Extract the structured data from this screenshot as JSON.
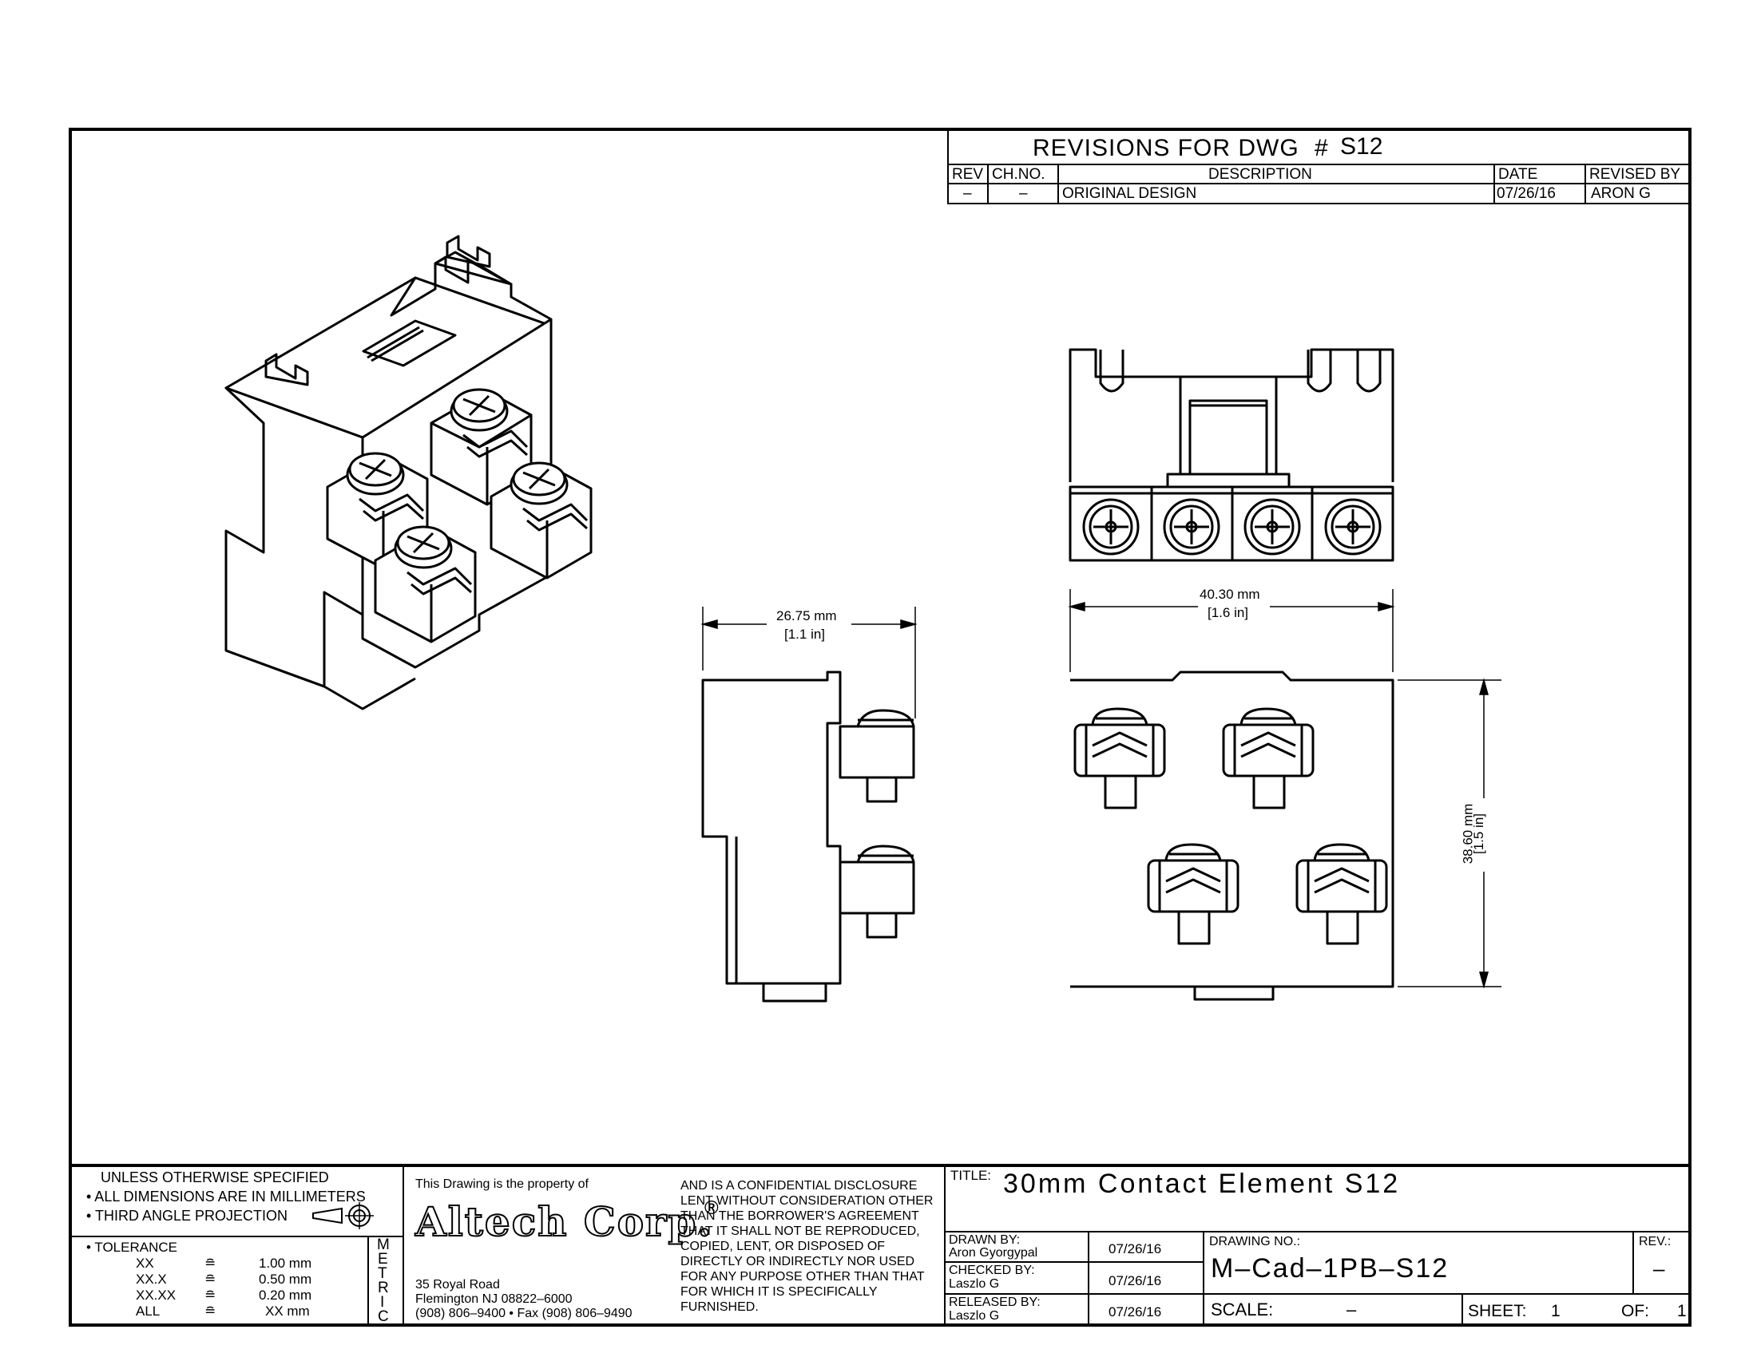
{
  "revisions": {
    "title_prefix": "REVISIONS FOR DWG",
    "hash": "#",
    "dwg_number": "S12",
    "columns": {
      "rev": "REV",
      "chno": "CH.NO.",
      "description": "DESCRIPTION",
      "date": "DATE",
      "revised_by": "REVISED BY"
    },
    "rows": [
      {
        "rev": "–",
        "chno": "–",
        "description": "ORIGINAL DESIGN",
        "date": "07/26/16",
        "revised_by": "ARON G"
      }
    ]
  },
  "dimensions": {
    "width_side": {
      "mm": "26.75 mm",
      "in": "[1.1 in]"
    },
    "width_front": {
      "mm": "40.30 mm",
      "in": "[1.6 in]"
    },
    "height_front": {
      "mm": "38.60 mm",
      "in": "[1.5 in]"
    }
  },
  "notes": {
    "unless": "UNLESS OTHERWISE SPECIFIED",
    "bullet1": "• ALL DIMENSIONS ARE IN MILLIMETERS",
    "bullet2": "• THIRD ANGLE PROJECTION",
    "tolerance_label": "• TOLERANCE",
    "tolerances": [
      {
        "k": "XX",
        "sym": "≘",
        "v": "1.00 mm"
      },
      {
        "k": "XX.X",
        "sym": "≘",
        "v": "0.50 mm"
      },
      {
        "k": "XX.XX",
        "sym": "≘",
        "v": "0.20 mm"
      },
      {
        "k": "ALL",
        "sym": "≘",
        "v": "XX mm"
      }
    ],
    "metric": [
      "M",
      "E",
      "T",
      "R",
      "I",
      "C"
    ]
  },
  "company": {
    "property_of": "This Drawing is the property of",
    "name": "Altech Corp.",
    "reg": "®",
    "address1": "35 Royal Road",
    "address2": "Flemington NJ 08822–6000",
    "phone": "(908) 806–9400 • Fax (908) 806–9490",
    "disclosure": [
      "AND IS A CONFIDENTIAL DISCLOSURE",
      "LENT WITHOUT CONSIDERATION OTHER",
      "THAN THE BORROWER'S AGREEMENT",
      "THAT IT SHALL NOT BE REPRODUCED,",
      "COPIED, LENT, OR DISPOSED OF",
      "DIRECTLY OR INDIRECTLY NOR USED",
      "FOR ANY PURPOSE OTHER THAN THAT",
      "FOR WHICH IT IS SPECIFICALLY",
      "FURNISHED."
    ]
  },
  "titleblock": {
    "title_label": "TITLE:",
    "title": "30mm Contact Element S12",
    "drawn_label": "DRAWN BY:",
    "drawn_name": "Aron Gyorgypal",
    "drawn_date": "07/26/16",
    "checked_label": "CHECKED BY:",
    "checked_name": "Laszlo G",
    "checked_date": "07/26/16",
    "released_label": "RELEASED BY:",
    "released_name": "Laszlo G",
    "released_date": "07/26/16",
    "drawing_no_label": "DRAWING NO.:",
    "drawing_no": "M–Cad–1PB–S12",
    "rev_label": "REV.:",
    "rev_value": "–",
    "scale_label": "SCALE:",
    "scale_value": "–",
    "sheet_label": "SHEET:",
    "sheet_value": "1",
    "of_label": "OF:",
    "of_value": "1"
  }
}
